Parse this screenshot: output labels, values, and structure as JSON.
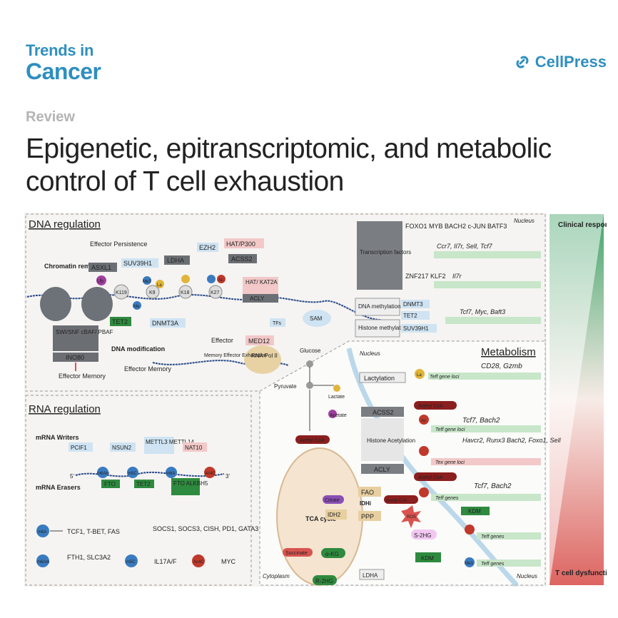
{
  "header": {
    "journal_line1": "Trends in",
    "journal_line2": "Cancer",
    "publisher": "CellPress",
    "section": "Review",
    "title": "Epigenetic, epitranscriptomic, and metabolic control of T cell exhaustion"
  },
  "colors": {
    "brand": "#2f8fbf",
    "clinical_green": "#2e9a5a",
    "dysfunction_red": "#d9534f"
  },
  "figure": {
    "panels": {
      "dna": "DNA regulation",
      "rna": "RNA regulation",
      "metabolism": "Metabolism",
      "nucleus": "Nucleus",
      "nucleus2": "Nucleus",
      "nucleus3": "Nucleus",
      "cytoplasm": "Cytoplasm"
    },
    "gradient": {
      "top": "Clinical response",
      "bottom": "T cell dysfunction"
    },
    "dna": {
      "effector_persistence": "Effector Persistence",
      "asxl1": "ASXL1",
      "ub": "Ub",
      "suv39h1": "SUV39H1",
      "ldha": "LDHA",
      "ezh2": "EZH2",
      "hat_p300": "HAT/P300",
      "acss2": "ACSS2",
      "hat_kat2a": "HAT/ KAT2A",
      "acly": "ACLY",
      "chromatin": "Chromatin remodeling",
      "k119": "K119",
      "k9": "K9",
      "k18": "K18",
      "k27": "K27",
      "me3": "Me3",
      "la": "La",
      "ac": "Ac",
      "me": "Me",
      "swi": "SWI/SNF cBAF/ PBAF",
      "ino80": "INO80",
      "effector_memory": "Effector Memory",
      "tet2": "TET2",
      "dnmt3a": "DNMT3A",
      "dna_modification": "DNA modification",
      "effector_memory2": "Effector Memory",
      "effector": "Effector",
      "med12": "MED12",
      "rnapol": "RNA Pol II",
      "outcomes": "Memory Effector Exhaustion",
      "tfs": "TFs"
    },
    "tf": {
      "label": "Transcription factors",
      "list": "FOXO1 MYB BACH2 c-JUN BATF3",
      "genes1": "Ccr7, Il7r, Sell, Tcf7",
      "list2": "ZNF217 KLF2",
      "genes2": "Il7r"
    },
    "sam": {
      "sam": "SAM",
      "dna_meth": "DNA methylation",
      "histone_meth": "Histone methylation",
      "dnmt3": "DNMT3",
      "tet2": "TET2",
      "suv39h1": "SUV39H1",
      "genes": "Tcf7, Myc, Baft3"
    },
    "metabolism": {
      "glucose": "Glucose",
      "pyruvate": "Pyruvate",
      "lactate": "Lactate",
      "lactylation": "Lactylation",
      "la_genes": "Teff gene loci",
      "cd28": "CD28, Gzmb",
      "acetate": "Acetate",
      "acss2": "ACSS2",
      "acetyl_coa": "Acetyl CoA",
      "histone_acetylation": "Histone Acetylation",
      "teff_loci": "Teff gene loci",
      "tcf7_bach2": "Tcf7, Bach2",
      "tex_loci": "Tex gene loci",
      "havcr2": "Havcr2, Runx3 Bach2, Foxo1, Sell",
      "acly": "ACLY",
      "acetyl_coa2": "Acetyl CoA",
      "acetyl_coa3": "Acetyl CoA",
      "acetyl_coa4": "Acetyl CoA",
      "teff_genes": "Teff genes",
      "tcf7_bach2b": "Tcf7, Bach2",
      "citrate": "Citrate",
      "fao": "FAO",
      "idhi": "IDHi",
      "idh2": "IDH2",
      "ppp": "PPP",
      "ros": "ROS",
      "tca": "TCA cycle",
      "succinate": "Succinate",
      "akg": "α-KG",
      "kdm": "KDM",
      "s2hg": "S-2HG",
      "teff_genes2": "Teff genes",
      "r2hg": "R-2HG",
      "kdm2": "KDM",
      "ldha": "LDHA",
      "teff_genes3": "Teff genes",
      "me3": "Me3",
      "ac": "Ac",
      "la": "La"
    },
    "rna": {
      "writers": "mRNA Writers",
      "erasers": "mRNA Erasers",
      "pcif1": "PCIF1",
      "nsun2": "NSUN2",
      "mettl": "METTL3 METTL14",
      "nat10": "NAT10",
      "fto": "FTO",
      "tet2": "TET2",
      "fto_alkbh5": "FTO ALKBH5",
      "five": "5'",
      "three": "3'",
      "m6am": "m6Am",
      "m5c": "m5C",
      "m6a": "m6A",
      "ac4c": "Ac4C",
      "targets_m6a": "TCF1, T-BET, FAS",
      "targets_m6a_neg": "SOCS1, SOCS3, CISH, PD1, GATA3",
      "targets_m6am": "FTH1, SLC3A2",
      "targets_m5c": "IL17A/F",
      "targets_ac4c": "MYC"
    }
  }
}
